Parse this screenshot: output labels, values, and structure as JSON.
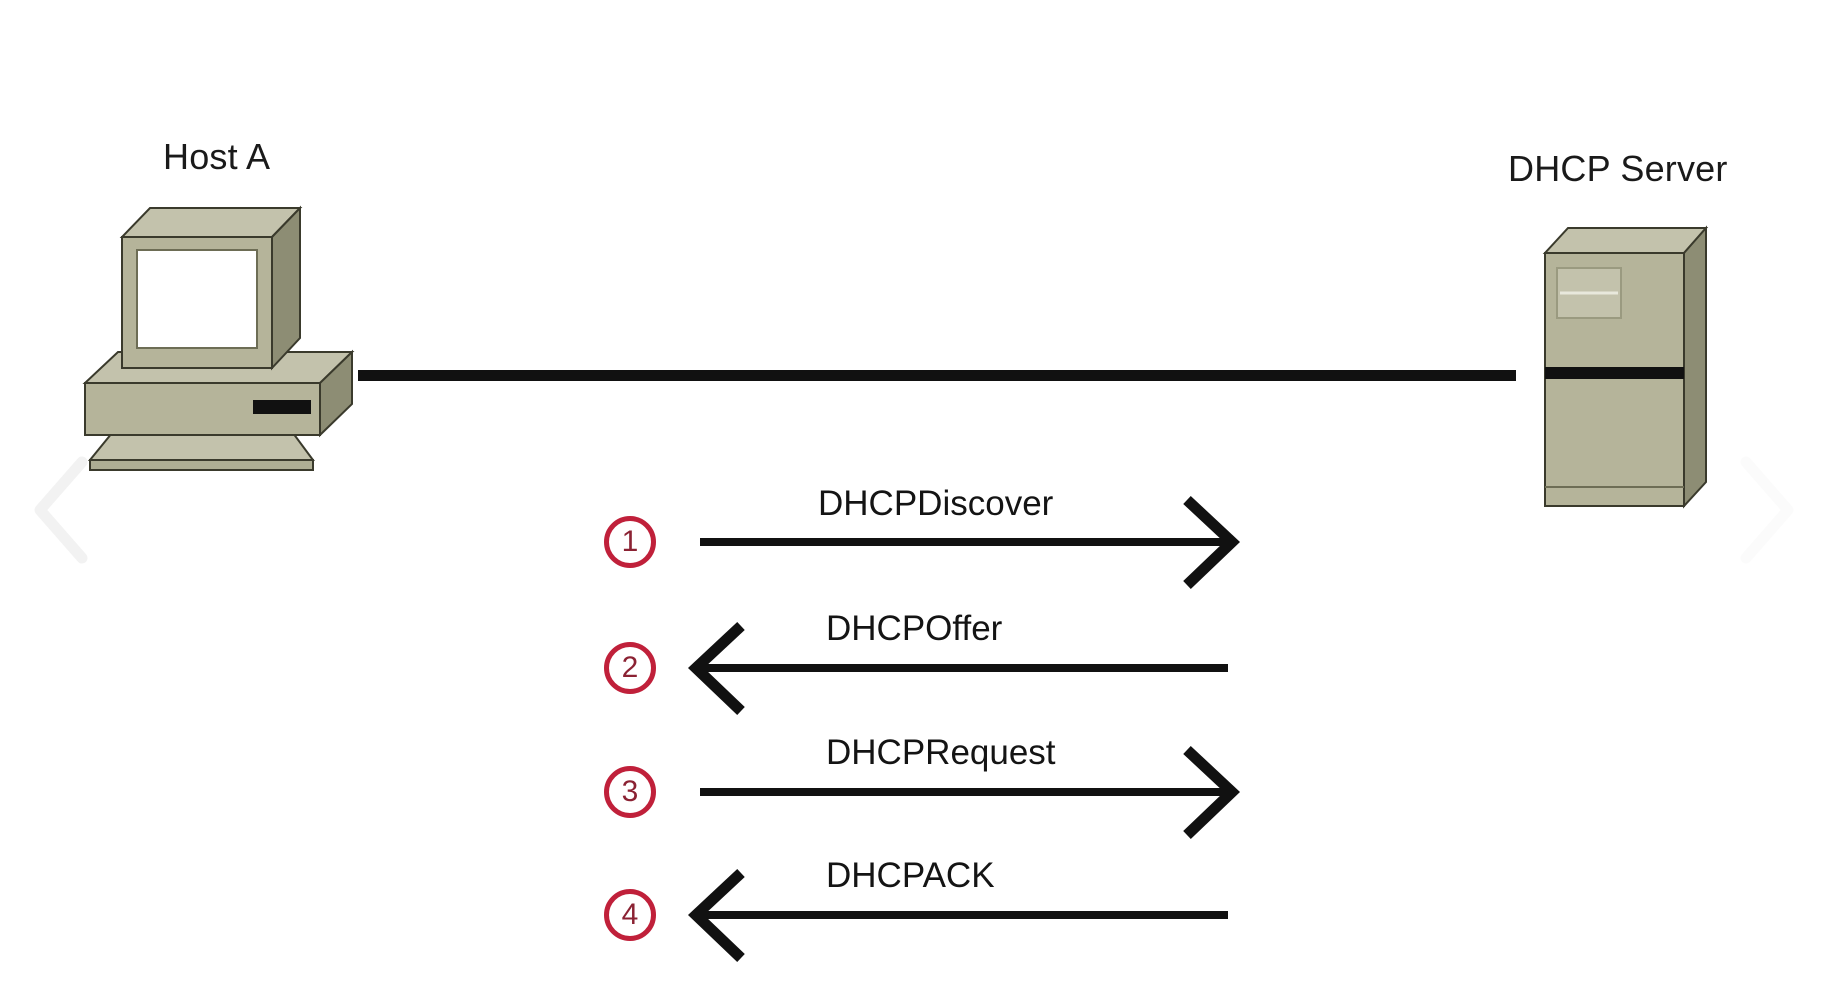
{
  "diagram": {
    "type": "network-sequence-diagram",
    "background_color": "#ffffff",
    "nodes": [
      {
        "id": "host",
        "label": "Host A",
        "icon": "desktop-computer-icon"
      },
      {
        "id": "server",
        "label": "DHCP Server",
        "icon": "server-tower-icon"
      }
    ],
    "link": {
      "name": "network-bus-line",
      "color": "#111111"
    },
    "messages": [
      {
        "step": "1",
        "label": "DHCPDiscover",
        "direction": "right",
        "from": "host",
        "to": "server"
      },
      {
        "step": "2",
        "label": "DHCPOffer",
        "direction": "left",
        "from": "server",
        "to": "host"
      },
      {
        "step": "3",
        "label": "DHCPRequest",
        "direction": "right",
        "from": "host",
        "to": "server"
      },
      {
        "step": "4",
        "label": "DHCPACK",
        "direction": "left",
        "from": "server",
        "to": "host"
      }
    ],
    "colors": {
      "step_circle_stroke": "#c0203a",
      "step_number_text": "#8b2233",
      "arrow": "#111111",
      "device_face": "#b5b49a",
      "device_top": "#c3c2ac",
      "device_side": "#8d8d74",
      "device_outline": "#3a3a2c",
      "screen": "#ffffff",
      "label_text": "#1a1a1a"
    }
  },
  "navigation": {
    "prev": {
      "icon": "chevron-left-icon",
      "label": "Previous"
    },
    "next": {
      "icon": "chevron-right-icon",
      "label": "Next"
    }
  }
}
